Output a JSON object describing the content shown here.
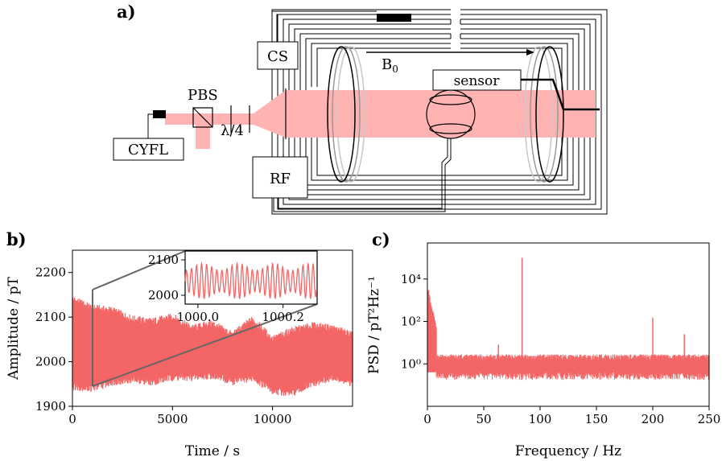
{
  "panels": {
    "a": {
      "label": "a)"
    },
    "b": {
      "label": "b)"
    },
    "c": {
      "label": "c)"
    }
  },
  "diagram": {
    "labels": {
      "cs": "CS",
      "b0": "B",
      "b0_sub": "0",
      "sensor": "sensor",
      "pbs": "PBS",
      "lambda4": "λ/4",
      "cyfl": "CYFL",
      "rf": "RF"
    }
  },
  "colors": {
    "beam": "#ffb3b3",
    "signal": "#f46666",
    "ink": "#000000"
  },
  "chart_data": [
    {
      "type": "line",
      "panel": "b",
      "ylabel": "Amplitude / pT",
      "xlabel": "Time / s",
      "xlim": [
        0,
        14000
      ],
      "ylim": [
        1900,
        2250
      ],
      "xticks": [
        "0",
        "5000",
        "10000"
      ],
      "yticks": [
        "1900",
        "2000",
        "2100",
        "2200"
      ],
      "series": [
        {
          "envelope_x": [
            0,
            1000,
            2000,
            3000,
            4000,
            5000,
            6000,
            7000,
            8000,
            9000,
            10000,
            11000,
            12000,
            13000,
            14000
          ],
          "upper": [
            2140,
            2120,
            2115,
            2095,
            2090,
            2100,
            2075,
            2085,
            2060,
            2095,
            2050,
            2070,
            2080,
            2075,
            2060
          ],
          "lower": [
            1945,
            1940,
            1955,
            1960,
            1955,
            1965,
            1965,
            1970,
            1955,
            1965,
            1935,
            1930,
            1950,
            1965,
            1950
          ]
        }
      ],
      "inset": {
        "xlim": [
          999.97,
          1000.28
        ],
        "ylim": [
          1975,
          2125
        ],
        "xticks": [
          "1000.0",
          "1000.2"
        ],
        "yticks": [
          "2000",
          "2100"
        ],
        "center": 2040,
        "amplitude": 40
      }
    },
    {
      "type": "line",
      "panel": "c",
      "ylabel": "PSD / pT²Hz⁻¹",
      "xlabel": "Frequency / Hz",
      "xlim": [
        0,
        250
      ],
      "log_y": true,
      "ylim": [
        0.01,
        500000
      ],
      "xticks": [
        "0",
        "50",
        "100",
        "150",
        "200",
        "250"
      ],
      "yticks": [
        "10⁰",
        "10²",
        "10⁴"
      ],
      "baseline": 0.7,
      "peaks": [
        {
          "f": 1,
          "psd": 3000
        },
        {
          "f": 5,
          "psd": 150
        },
        {
          "f": 63,
          "psd": 8
        },
        {
          "f": 84,
          "psd": 100000
        },
        {
          "f": 200,
          "psd": 150
        },
        {
          "f": 228,
          "psd": 25
        }
      ]
    }
  ]
}
